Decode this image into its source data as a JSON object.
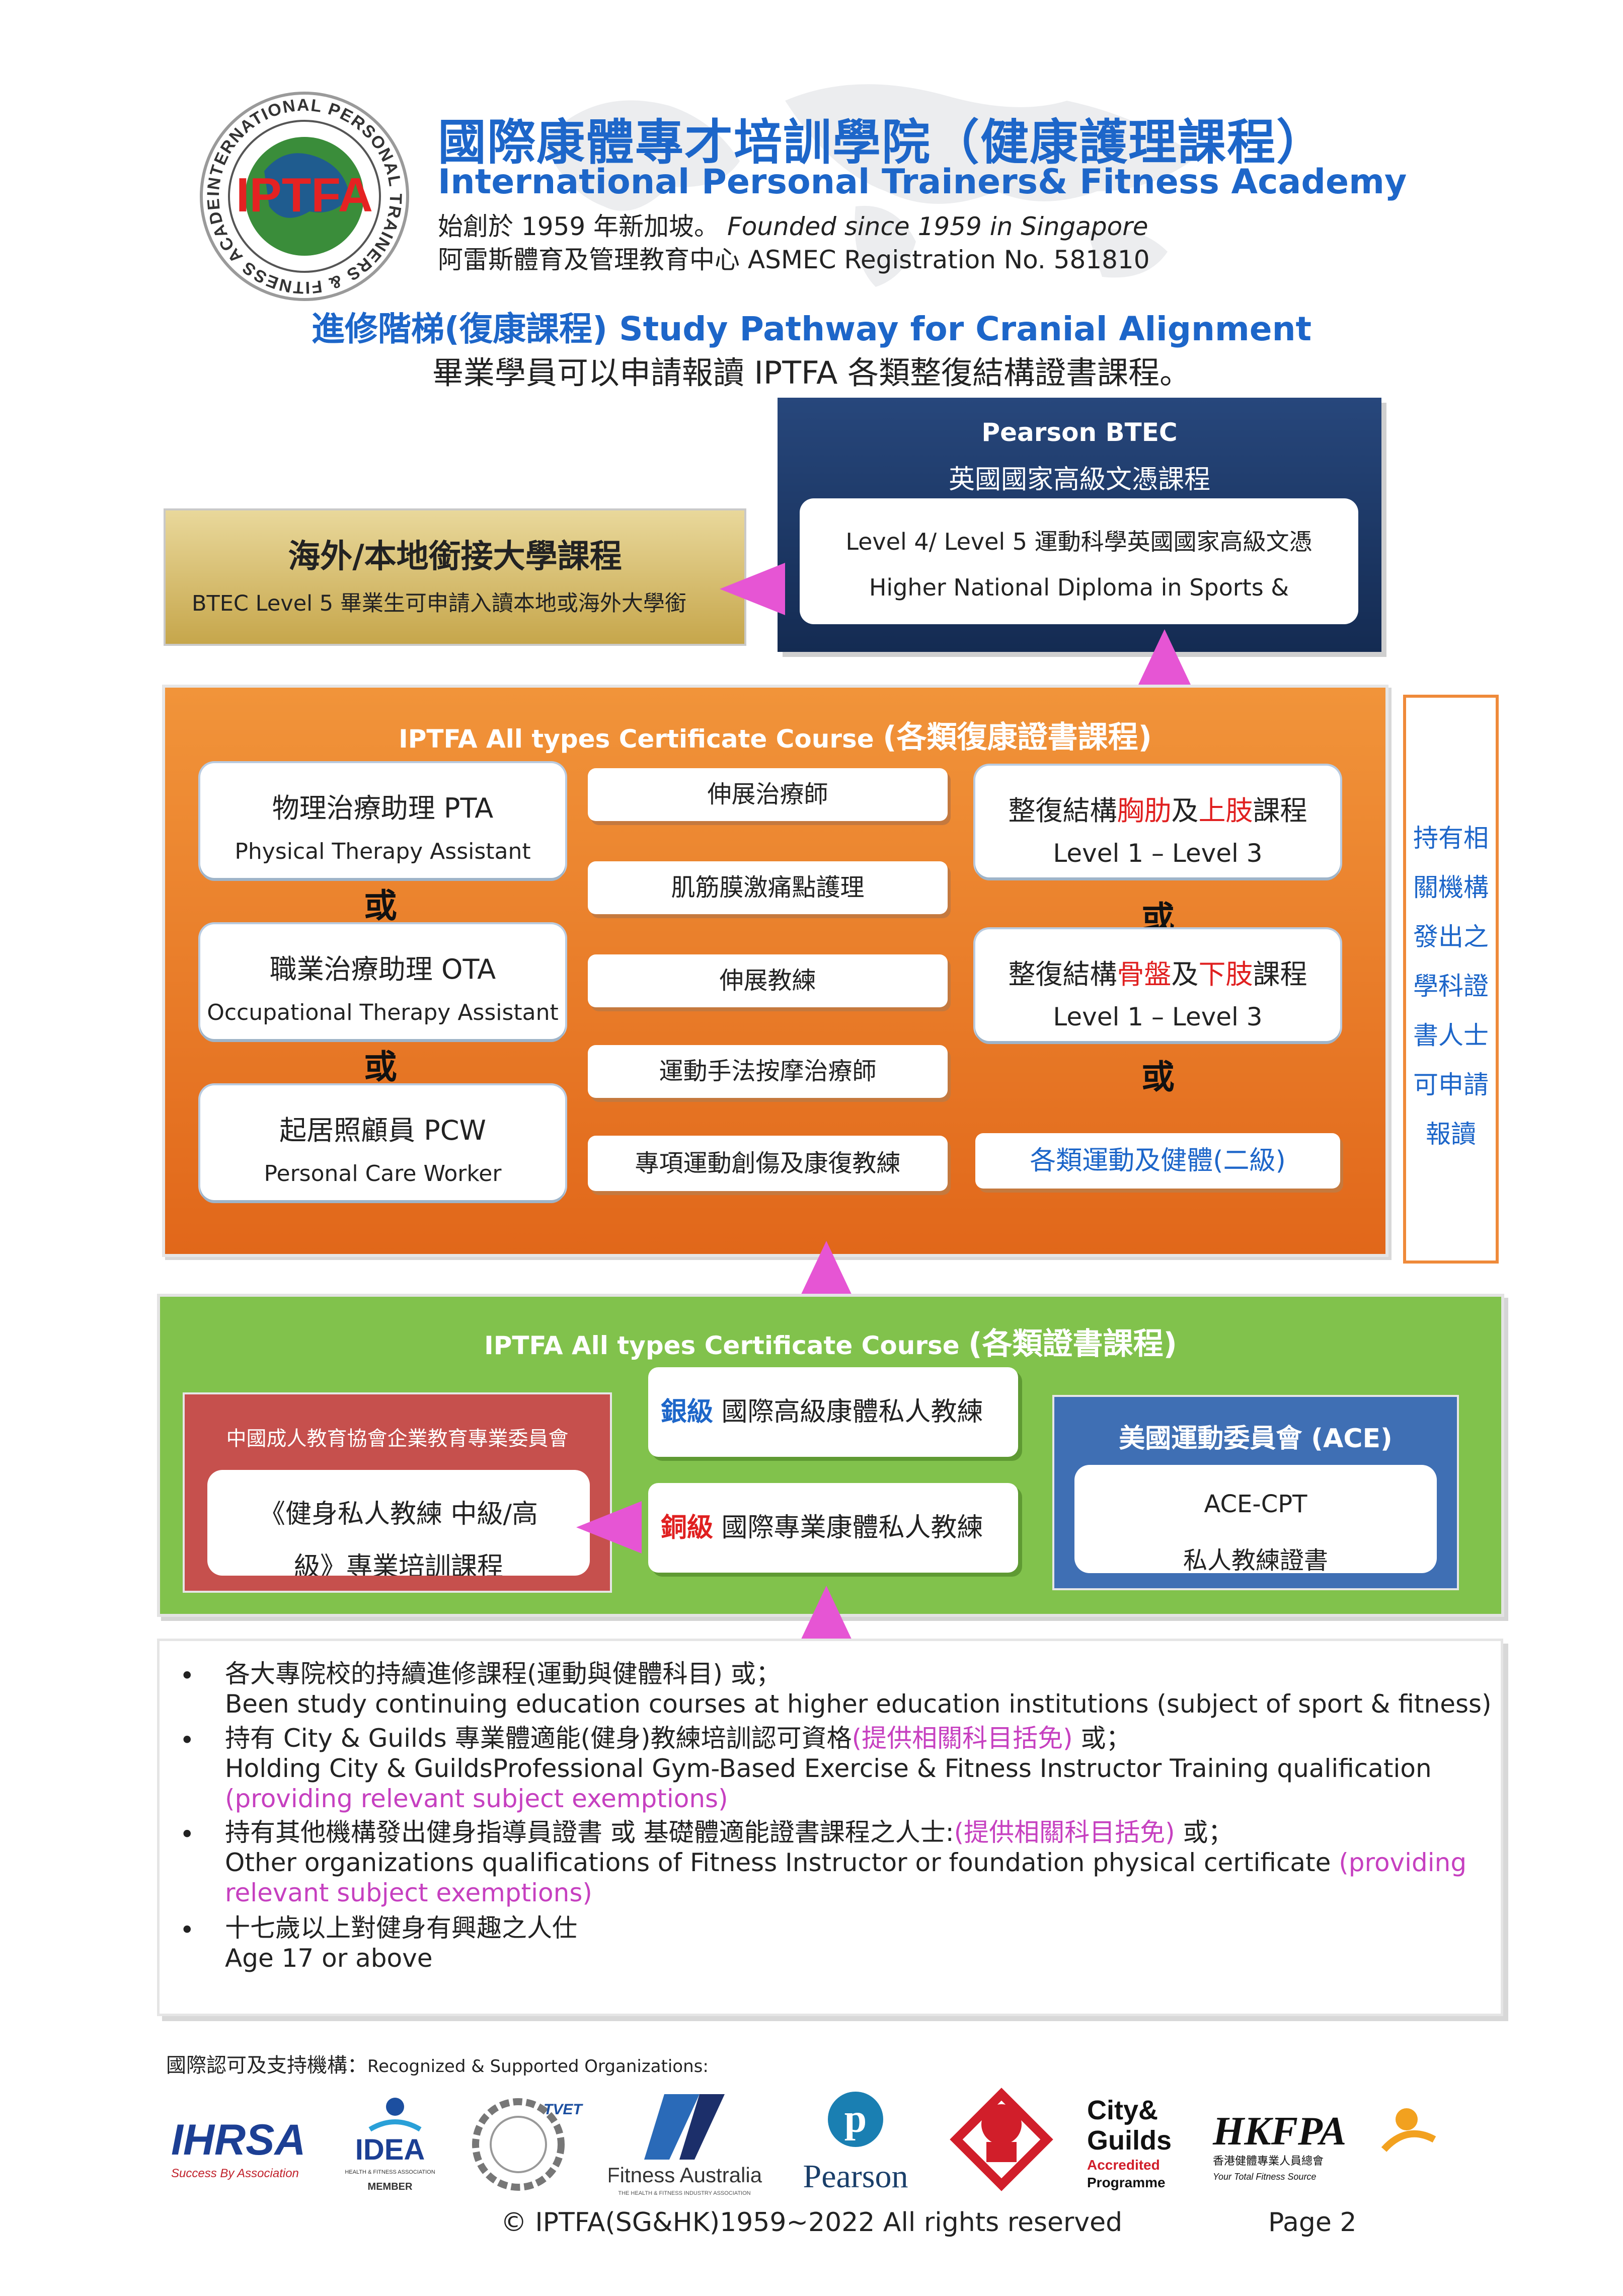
{
  "header": {
    "title_zh": "國際康體專才培訓學院（健康護理課程）",
    "title_en": "International Personal Trainers& Fitness Academy",
    "founded_zh": "始創於 1959 年新加坡。",
    "founded_en": "Founded since 1959 in Singapore",
    "registration": "阿雷斯體育及管理教育中心 ASMEC Registration No. 581810",
    "logo_text_ring": "INTERNATIONAL PERSONAL TRAINERS & FITNESS ACADEMY",
    "logo_text_center": "IPTFA"
  },
  "pathway": {
    "title": "進修階梯(復康課程) Study Pathway for Cranial Alignment",
    "subtitle": "畢業學員可以申請報讀 IPTFA 各類整復結構證書課程。"
  },
  "btec": {
    "heading": "Pearson BTEC",
    "subheading": "英國國家高級文憑課程",
    "line1": "Level 4/ Level 5  運動科學英國國家高級文憑",
    "line2": "Higher National Diploma in Sports &"
  },
  "university": {
    "heading": "海外/本地銜接大學課程",
    "text": "BTEC Level 5 畢業生可申請入讀本地或海外大學銜"
  },
  "rehab": {
    "title_en": "IPTFA All types Certificate Course ",
    "title_zh": "(各類復康證書課程)",
    "left_cards": [
      {
        "l1": "物理治療助理  PTA",
        "l2": "Physical Therapy Assistant"
      },
      {
        "l1": "職業治療助理  OTA",
        "l2": "Occupational Therapy Assistant"
      },
      {
        "l1": "起居照顧員  PCW",
        "l2": "Personal Care Worker"
      }
    ],
    "or_label": "或",
    "middle_items": [
      "伸展治療師",
      "肌筋膜激痛點護理",
      "伸展教練",
      "運動手法按摩治療師",
      "專項運動創傷及康復教練"
    ],
    "right_card1": {
      "pre": "整復結構",
      "red1": "胸肋",
      "mid": "及",
      "red2": "上肢",
      "post": "課程",
      "level": "Level 1 – Level 3"
    },
    "right_card2": {
      "pre": "整復結構",
      "red1": "骨盤",
      "mid": "及",
      "red2": "下肢",
      "post": "課程",
      "level": "Level 1 – Level 3"
    },
    "right_card3": "各類運動及健體(二級)"
  },
  "side_note": {
    "lines": [
      "持有相",
      "關機構",
      "發出之",
      "學科證",
      "書人士",
      "可申請",
      "報讀"
    ]
  },
  "fitness": {
    "title_en": "IPTFA All types Certificate Course ",
    "title_zh": "(各類證書課程)",
    "china_box": {
      "heading": "中國成人教育協會企業教育專業委員會",
      "line1": "《健身私人教練  中級/高",
      "line2": "級》專業培訓課程"
    },
    "silver": {
      "tag": "銀級",
      "text": "國際高級康體私人教練"
    },
    "bronze": {
      "tag": "銅級",
      "text": "國際專業康體私人教練"
    },
    "ace": {
      "heading": "美國運動委員會 (ACE)",
      "line1": "ACE-CPT",
      "line2": "私人教練證書"
    }
  },
  "requirements": {
    "bullet": "•",
    "items": [
      {
        "zh": "各大專院校的持續進修課程(運動與健體科目) 或；",
        "en": "Been study continuing education courses at higher education institutions (subject of sport & fitness)"
      },
      {
        "zh_pre": "持有 City & Guilds  專業體適能(健身)教練培訓認可資格",
        "zh_pink": "(提供相關科目括免)",
        "zh_post": " 或；",
        "en_pre": "Holding City & GuildsProfessional Gym-Based Exercise & Fitness Instructor Training qualification ",
        "en_pink": "(providing relevant subject exemptions)"
      },
      {
        "zh_pre": "持有其他機構發出健身指導員證書 或 基礎體適能證書課程之人士:",
        "zh_pink": "(提供相關科目括免)",
        "zh_post": " 或；",
        "en_pre": "Other organizations qualifications of Fitness Instructor or foundation physical certificate ",
        "en_pink": "(providing relevant subject exemptions)"
      },
      {
        "zh": "十七歲以上對健身有興趣之人仕",
        "en": "Age 17 or above"
      }
    ]
  },
  "orgs": {
    "label_zh": "國際認可及支持機構：",
    "label_en": "Recognized & Supported Organizations:",
    "logos": [
      {
        "name": "ihrsa-logo",
        "text": "IHRSA",
        "sub": "Success By Association"
      },
      {
        "name": "idea-logo",
        "text": "IDEA",
        "sub": "HEALTH & FITNESS ASSOCIATION",
        "sub2": "MEMBER"
      },
      {
        "name": "tvet-logo",
        "text": "TVET"
      },
      {
        "name": "fitness-australia-logo",
        "text": "Fitness Australia",
        "sub": "THE HEALTH & FITNESS INDUSTRY ASSOCIATION"
      },
      {
        "name": "pearson-logo",
        "text": "Pearson"
      },
      {
        "name": "redcross-logo",
        "text": ""
      },
      {
        "name": "city-guilds-logo",
        "text": "City&",
        "text2": "Guilds",
        "sub": "Accredited",
        "sub2": "Programme"
      },
      {
        "name": "hkfpa-logo",
        "text": "HKFPA",
        "sub": "香港健體專業人員總會",
        "sub2": "Your Total Fitness Source"
      }
    ]
  },
  "footer": {
    "copyright": "© IPTFA(SG&HK)1959~2022 All rights reserved",
    "page": "Page  2"
  },
  "colors": {
    "blue": "#1d66c9",
    "orange": "#e1671a",
    "green": "#81c24c",
    "navy": "#142b52",
    "pink": "#e655d4",
    "red": "#e02020"
  }
}
